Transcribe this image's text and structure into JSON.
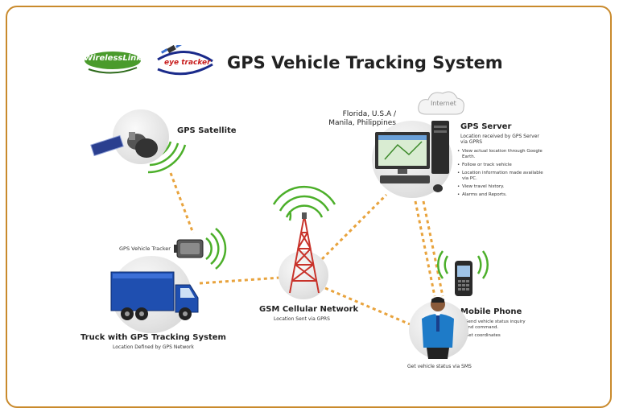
{
  "title": "GPS Vehicle Tracking System",
  "logos": {
    "wireless_link": "WirelessLink",
    "eye_tracker": "eye tracker"
  },
  "nodes": {
    "satellite": {
      "label": "GPS Satellite"
    },
    "tracker": {
      "label": "GPS Vehicle Tracker"
    },
    "truck": {
      "label": "Truck with GPS Tracking System",
      "sublabel": "Location Defined by GPS Network"
    },
    "tower": {
      "label": "GSM Cellular Network",
      "sublabel": "Location Sent via GPRS"
    },
    "server": {
      "location": "Florida, U.S.A / Manila, Philippines",
      "label": "GPS Server",
      "sublabel": "Location received by GPS Server via GPRS",
      "bullets": [
        "View actual location through Google Earth.",
        "Follow or track vehicle",
        "Location information made available via PC.",
        "View travel history.",
        "Alarms and Reports."
      ],
      "cloud": "Internet"
    },
    "mobile": {
      "label": "Mobile Phone",
      "bullets": [
        "Send vehicle status inquiry and command.",
        "Get coordinates"
      ]
    },
    "person": {
      "sublabel": "Get vehicle status via SMS"
    }
  },
  "colors": {
    "frame": "#c98a2c",
    "link": "#e8a33d",
    "wave": "#4caf2a",
    "truck": "#1f4fb0",
    "tower": "#c8322a"
  },
  "icons": [
    "satellite-icon",
    "tracker-device-icon",
    "truck-icon",
    "cell-tower-icon",
    "computer-icon",
    "cloud-icon",
    "mobile-phone-icon",
    "person-icon"
  ]
}
